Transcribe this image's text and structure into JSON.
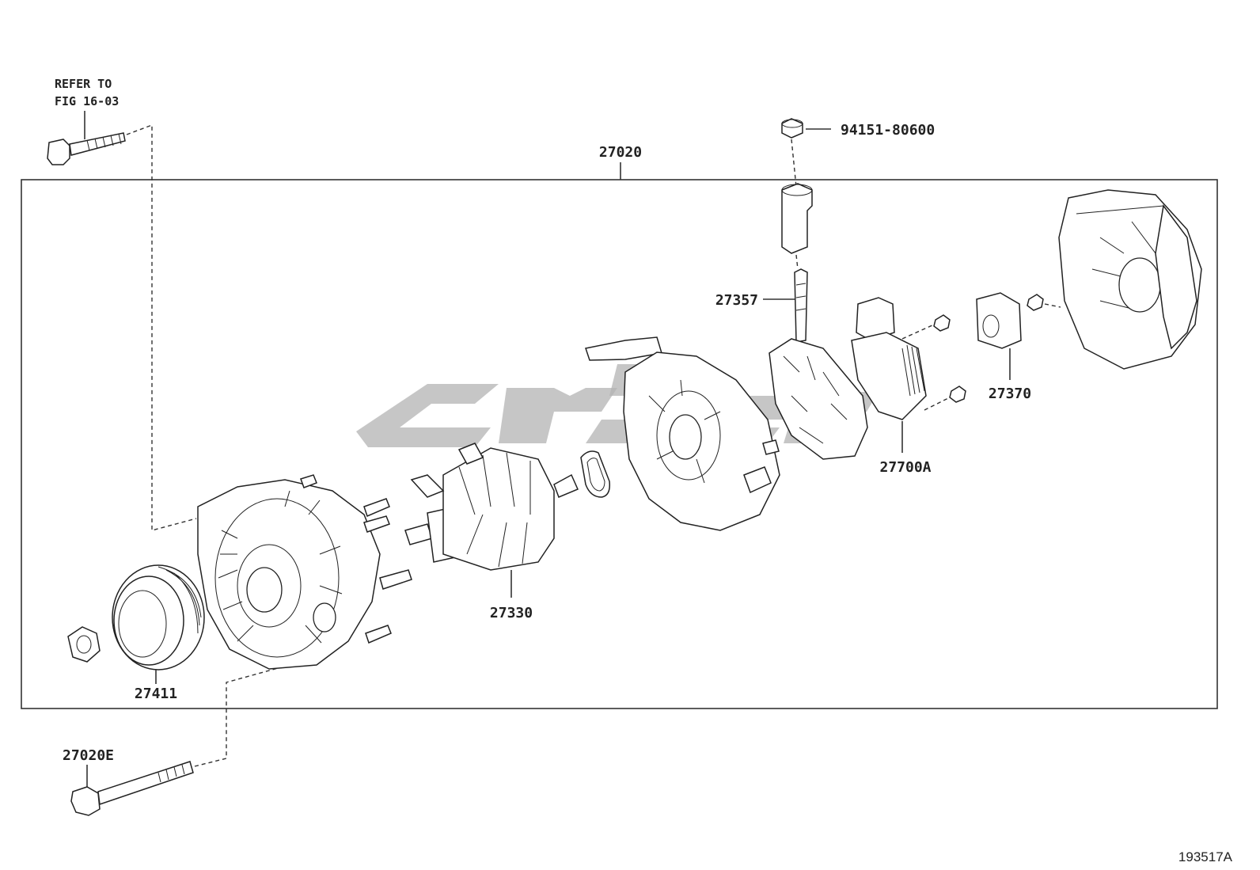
{
  "diagram": {
    "reference_note": [
      "REFER TO",
      "FIG 16-03"
    ],
    "assembly_label": "27020",
    "figure_id": "193517A",
    "parts": [
      {
        "id": "27411",
        "label": "27411"
      },
      {
        "id": "27330",
        "label": "27330"
      },
      {
        "id": "27357",
        "label": "27357"
      },
      {
        "id": "27700A",
        "label": "27700A"
      },
      {
        "id": "27370",
        "label": "27370"
      },
      {
        "id": "94151-80600",
        "label": "94151-80600"
      },
      {
        "id": "27020E",
        "label": "27020E"
      }
    ]
  }
}
